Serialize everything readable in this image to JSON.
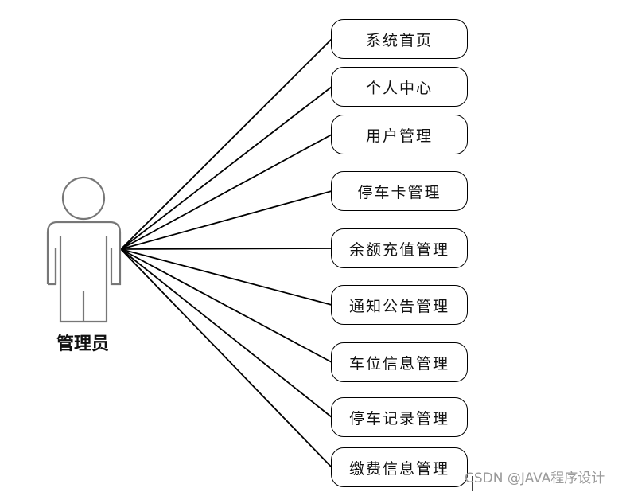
{
  "actor": {
    "label": "管理员",
    "icon": "person-icon",
    "outline_color": "#777777"
  },
  "use_cases": [
    {
      "label": "系统首页"
    },
    {
      "label": "个人中心"
    },
    {
      "label": "用户管理"
    },
    {
      "label": "停车卡管理"
    },
    {
      "label": "余额充值管理"
    },
    {
      "label": "通知公告管理"
    },
    {
      "label": "车位信息管理"
    },
    {
      "label": "停车记录管理"
    },
    {
      "label": "缴费信息管理"
    }
  ],
  "watermark": "CSDN @JAVA程序设计"
}
